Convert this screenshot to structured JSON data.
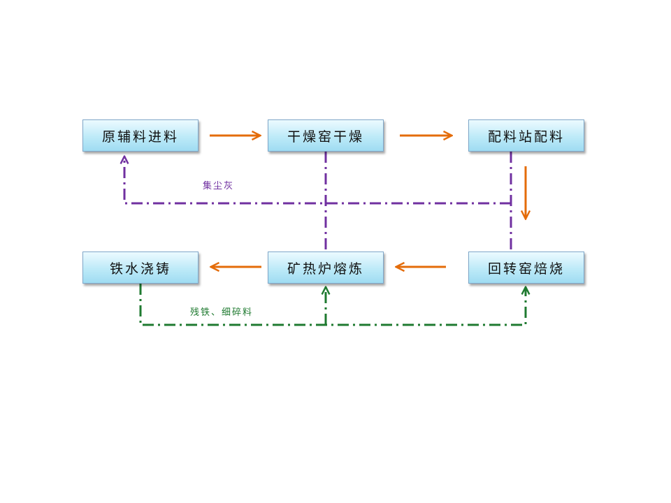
{
  "diagram": {
    "nodes": [
      {
        "id": "raw-feed",
        "label": "原辅料进料"
      },
      {
        "id": "kiln-dry",
        "label": "干燥窑干燥"
      },
      {
        "id": "batching",
        "label": "配料站配料"
      },
      {
        "id": "casting",
        "label": "铁水浇铸"
      },
      {
        "id": "smelting",
        "label": "矿热炉熔炼"
      },
      {
        "id": "roasting",
        "label": "回转窑焙烧"
      }
    ],
    "flow_edges": [
      {
        "from": "raw-feed",
        "to": "kiln-dry"
      },
      {
        "from": "kiln-dry",
        "to": "batching"
      },
      {
        "from": "batching",
        "to": "roasting"
      },
      {
        "from": "roasting",
        "to": "smelting"
      },
      {
        "from": "smelting",
        "to": "casting"
      }
    ],
    "recycle_loops": [
      {
        "label": "集尘灰",
        "color": "#7030a0",
        "sources": [
          "kiln-dry",
          "batching",
          "smelting"
        ],
        "target": "raw-feed"
      },
      {
        "label": "残铁、细碎料",
        "color": "#1f7a30",
        "source": "casting",
        "targets": [
          "smelting",
          "roasting"
        ]
      }
    ]
  },
  "colors": {
    "flow_arrow": "#e46c0a",
    "dust_loop": "#7030a0",
    "scrap_loop": "#1f7a30",
    "node_border": "#7fa7c9"
  }
}
